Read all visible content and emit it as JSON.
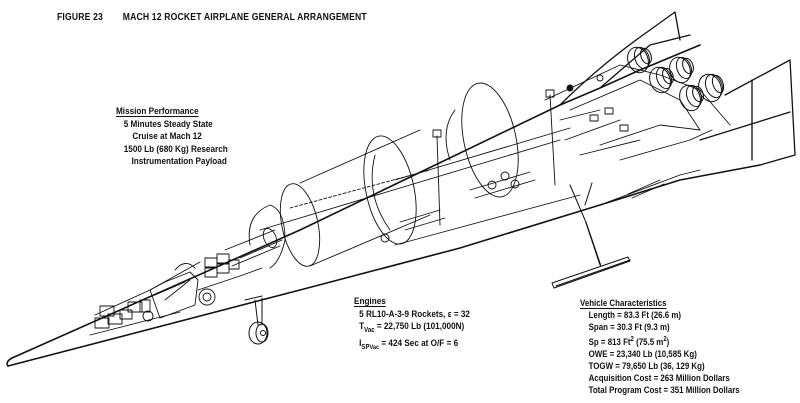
{
  "figure": {
    "number_label": "FIGURE 23",
    "title": "MACH 12 ROCKET AIRPLANE GENERAL ARRANGEMENT"
  },
  "mission_performance": {
    "heading": "Mission Performance",
    "lines": [
      "5 Minutes Steady State",
      "Cruise  at Mach 12",
      "1500 Lb (680 Kg) Research",
      "Instrumentation Payload"
    ]
  },
  "engines": {
    "heading": "Engines",
    "rockets": "5 RL10-A-3-9 Rockets, ε = 32",
    "tvac_label": "T",
    "tvac_sub": "Vac",
    "tvac_value": " = 22,750 Lb (101,000N)",
    "isp_label": "I",
    "isp_sub1": "SP",
    "isp_sub2": "Vac",
    "isp_value": " = 424 Sec at O/F = 6"
  },
  "vehicle_characteristics": {
    "heading": "Vehicle Characteristics",
    "length": "Length = 83.3 Ft (26.6 m)",
    "span": "Span = 30.3 Ft (9.3 m)",
    "sp_prefix": "Sp = 813 Ft",
    "sp_sup1": "2",
    "sp_mid": " (75.5 m",
    "sp_sup2": "2",
    "sp_suffix": ")",
    "owe": "OWE = 23,340 Lb (10,585 Kg)",
    "togw": "TOGW = 79,650 Lb (36, 129 Kg)",
    "acquisition_cost": "Acquisition Cost = 263 Million Dollars",
    "total_program_cost": "Total Program Cost = 351 Million Dollars"
  },
  "drawing": {
    "subject": "Mach 12 rocket airplane cutaway",
    "components": [
      "nose-cone",
      "cockpit",
      "nose-landing-gear",
      "forward-tank",
      "center-tank",
      "aft-tank",
      "engine-cluster",
      "vertical-fin",
      "wing",
      "main-skid-gear"
    ],
    "line_color": "#111111",
    "background_color": "#ffffff"
  }
}
